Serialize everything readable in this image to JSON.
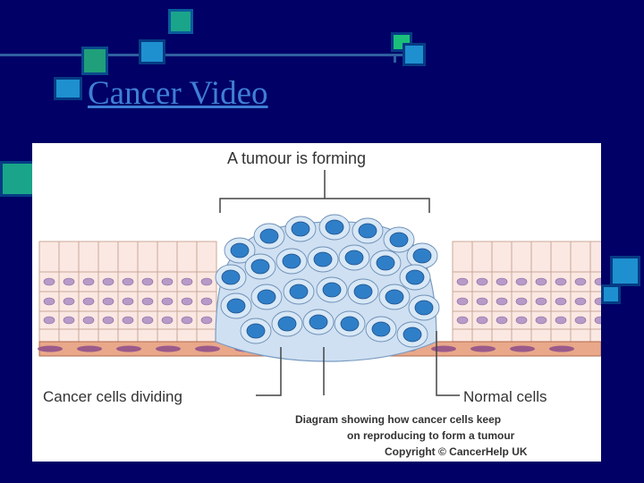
{
  "slide": {
    "title_link": "Cancer Video",
    "colors": {
      "background": "#000066",
      "accent_green": "#1aa58a",
      "accent_blue": "#1e90d0",
      "link": "#3f7fd6"
    }
  },
  "diagram": {
    "heading": "A tumour is forming",
    "label_left": "Cancer cells dividing",
    "label_right": "Normal cells",
    "caption_line1": "Diagram showing how cancer cells keep",
    "caption_line2": "on reproducing to form a tumour",
    "copyright": "Copyright © CancerHelp UK"
  }
}
